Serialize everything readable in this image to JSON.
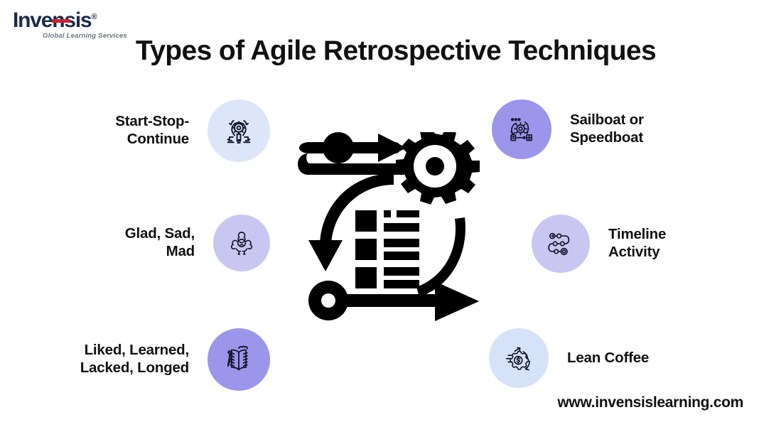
{
  "brand": {
    "logo_text": "Invensis",
    "logo_registered": "®",
    "tagline": "Global Learning Services",
    "navy": "#1b2a4e",
    "red": "#d0222b"
  },
  "header": {
    "title": "Types of Agile Retrospective Techniques"
  },
  "footer": {
    "website": "www.invensislearning.com"
  },
  "techniques": [
    {
      "id": "start-stop-continue",
      "label": "Start-Stop-\nContinue",
      "side": "left",
      "icon": "lightbulb-gear-icon",
      "bubble_color": "#dde5f8",
      "bubble_size": 88
    },
    {
      "id": "glad-sad-mad",
      "label": "Glad, Sad,\nMad",
      "side": "left",
      "icon": "angry-face-icon",
      "bubble_color": "#c9c6f2",
      "bubble_size": 80
    },
    {
      "id": "liked-learned-lacked-longed",
      "label": "Liked, Learned,\nLacked, Longed",
      "side": "left",
      "icon": "open-book-pencil-icon",
      "bubble_color": "#9b95ec",
      "bubble_size": 88
    },
    {
      "id": "sailboat-or-speedboat",
      "label": "Sailboat or\nSpeedboat",
      "side": "right",
      "icon": "workflow-gear-icon",
      "bubble_color": "#9b95ec",
      "bubble_size": 84
    },
    {
      "id": "timeline-activity",
      "label": "Timeline\nActivity",
      "side": "right",
      "icon": "roadmap-path-icon",
      "bubble_color": "#c9c6f2",
      "bubble_size": 82
    },
    {
      "id": "lean-coffee",
      "label": "Lean Coffee",
      "side": "right",
      "icon": "gear-dollar-arrow-icon",
      "bubble_color": "#d6e2f7",
      "bubble_size": 84
    }
  ],
  "center_graphic": {
    "name": "agile-workflow-icon",
    "color": "#000000"
  }
}
